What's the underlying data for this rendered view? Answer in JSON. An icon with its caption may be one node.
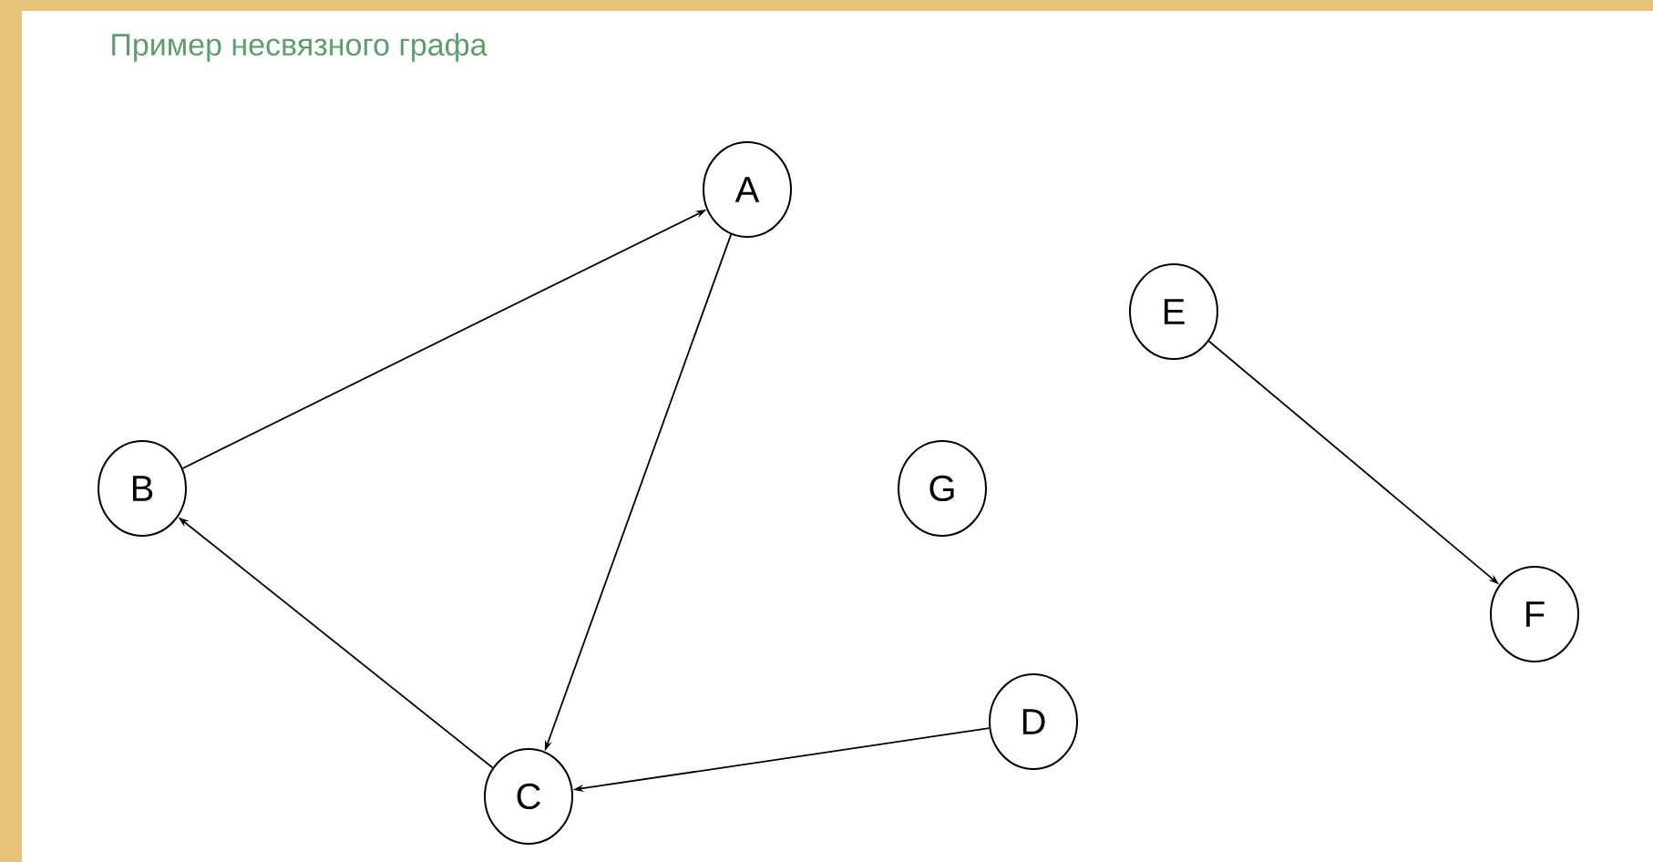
{
  "diagram": {
    "title": "Пример несвязного графа",
    "nodes": [
      {
        "text": [
          "A"
        ]
      },
      {
        "text": [
          "B"
        ]
      },
      {
        "text": [
          "C"
        ]
      },
      {
        "text": [
          "D"
        ]
      },
      {
        "text": [
          "E"
        ]
      },
      {
        "text": [
          "F"
        ]
      },
      {
        "text": [
          "G"
        ]
      }
    ],
    "edges": [
      {
        "from": 1,
        "to": 0,
        "arrow": "to"
      },
      {
        "from": 0,
        "to": 2,
        "arrow": "to"
      },
      {
        "from": 2,
        "to": 1,
        "arrow": "to"
      },
      {
        "from": 3,
        "to": 2,
        "arrow": "to"
      },
      {
        "from": 4,
        "to": 5,
        "arrow": "to"
      }
    ]
  }
}
